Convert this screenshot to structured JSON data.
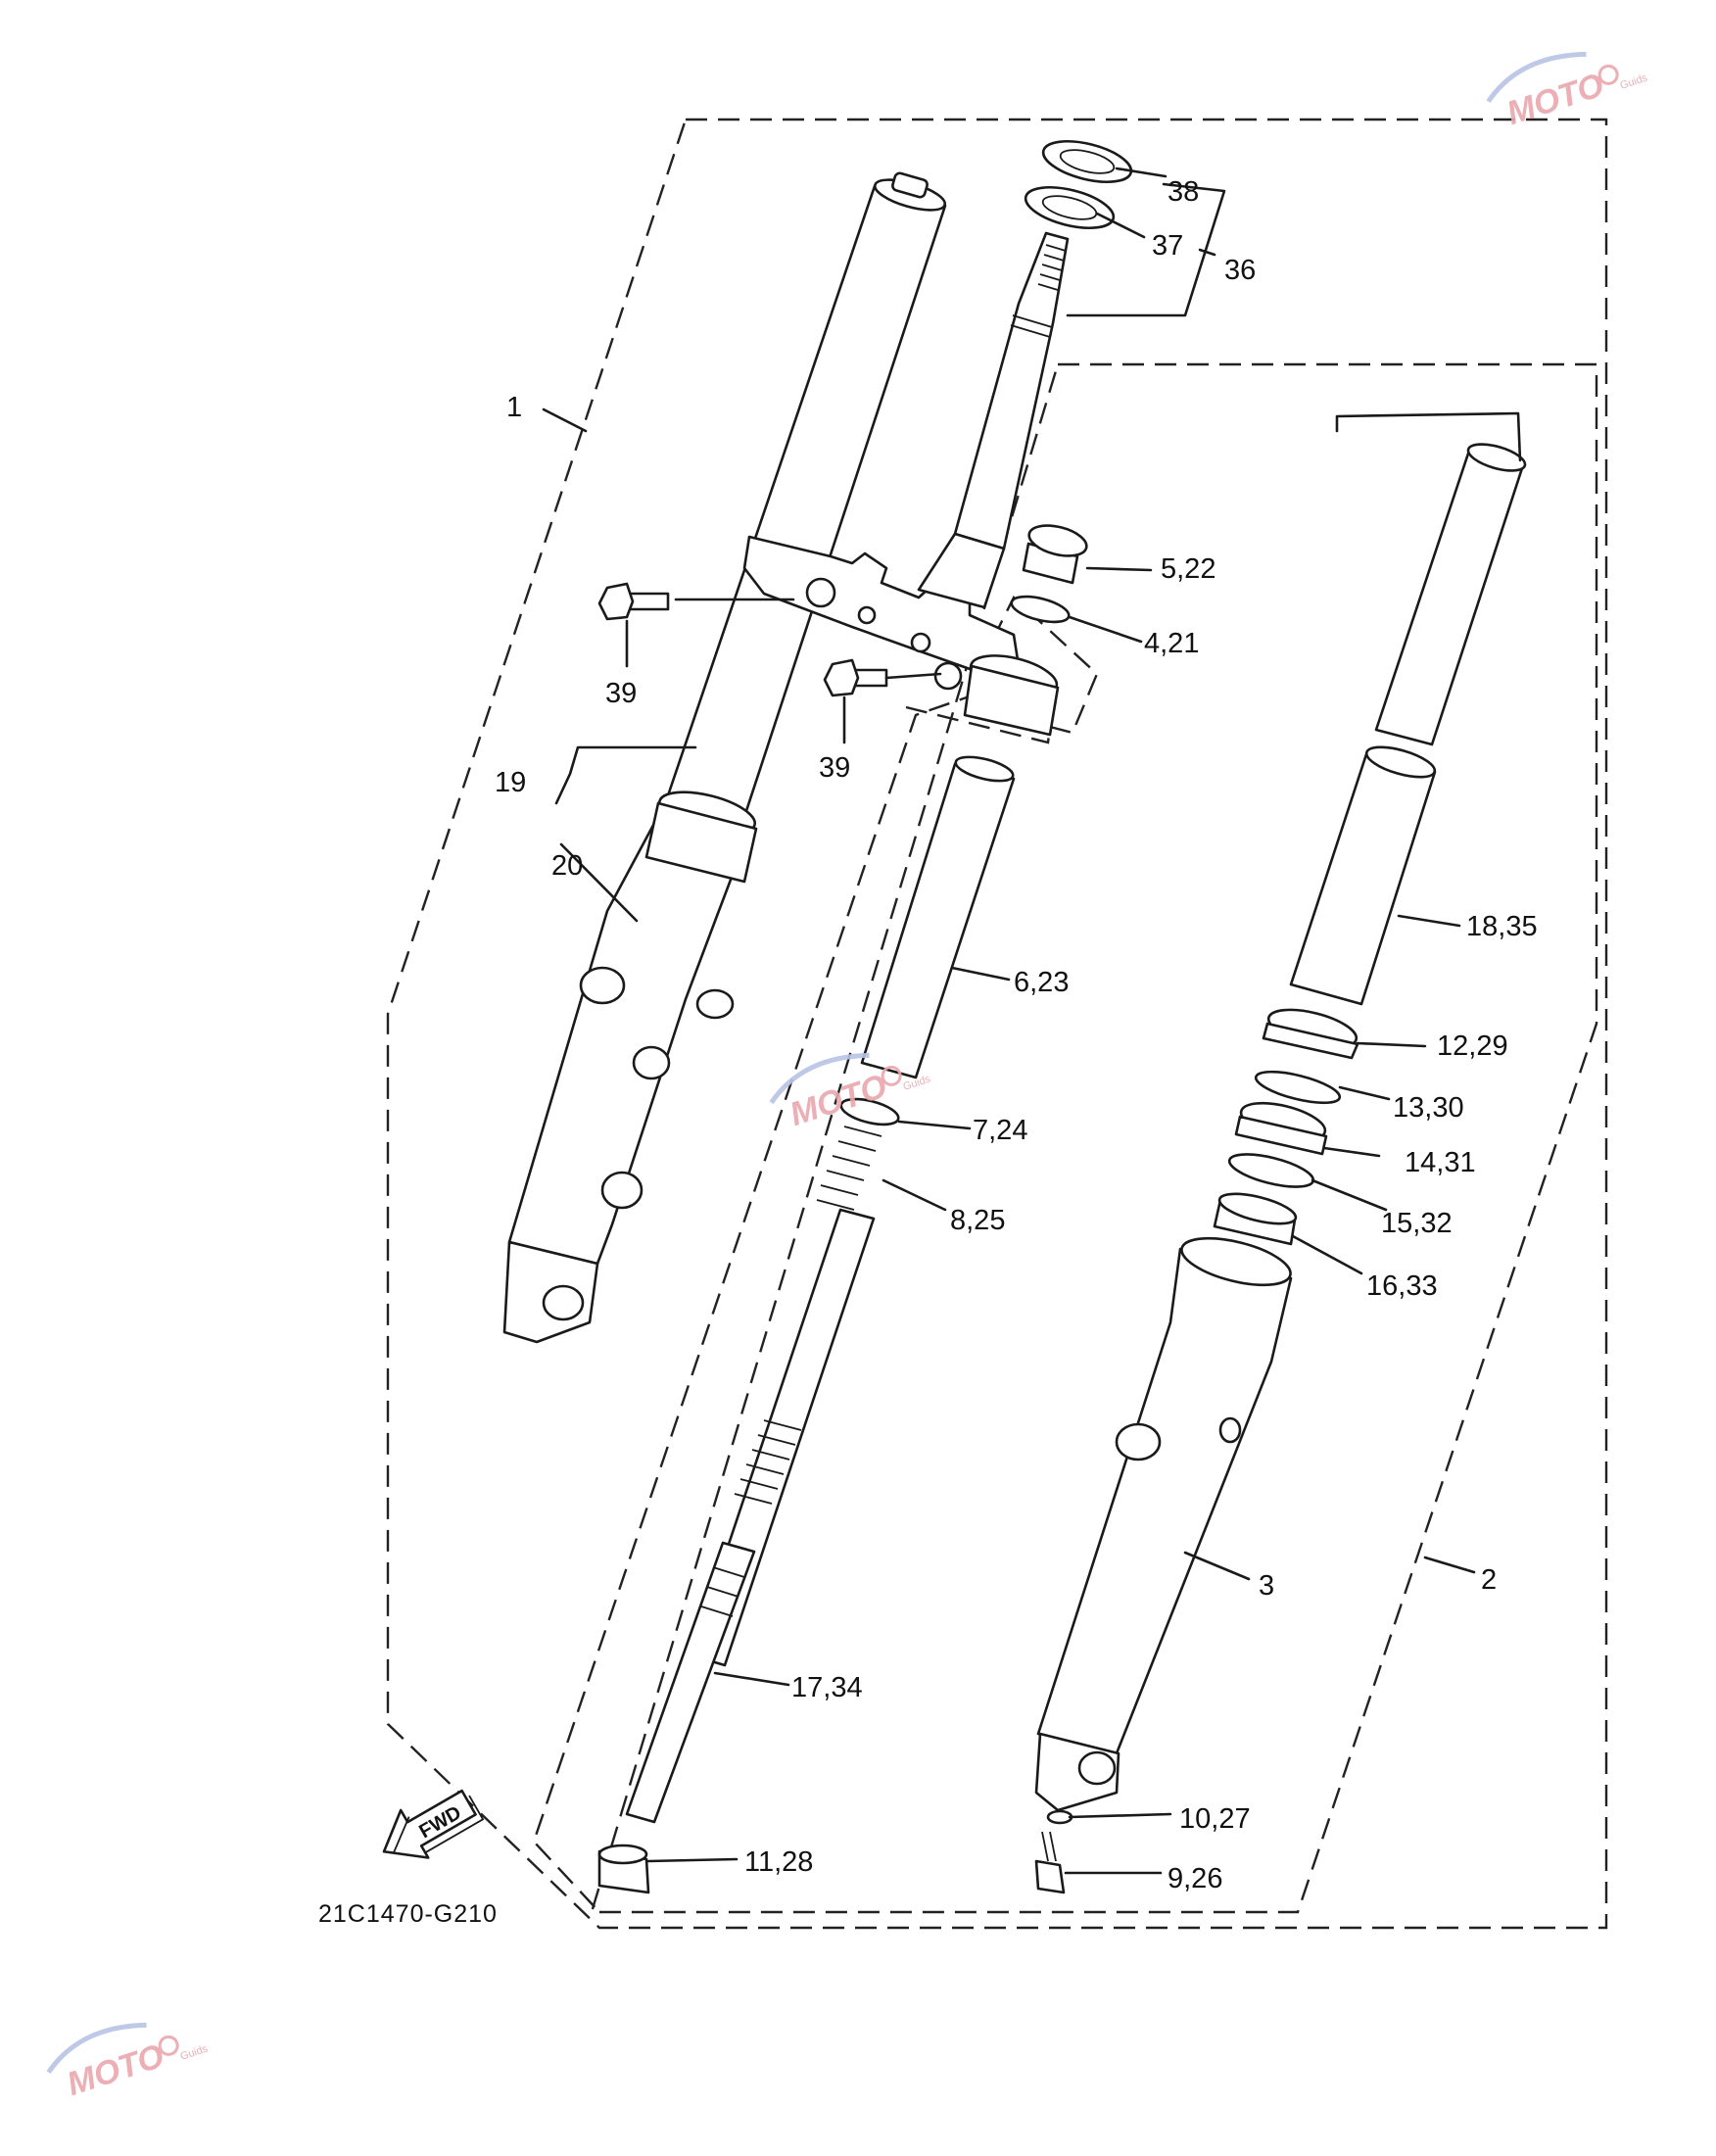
{
  "labels": {
    "p1": "1",
    "p2": "2",
    "p3": "3",
    "p5_22": "5,22",
    "p4_21": "4,21",
    "p6_23": "6,23",
    "p7_24": "7,24",
    "p8_25": "8,25",
    "p9_26": "9,26",
    "p10_27": "10,27",
    "p11_28": "11,28",
    "p12_29": "12,29",
    "p13_30": "13,30",
    "p14_31": "14,31",
    "p15_32": "15,32",
    "p16_33": "16,33",
    "p17_34": "17,34",
    "p18_35": "18,35",
    "p19": "19",
    "p20": "20",
    "p36": "36",
    "p37": "37",
    "p38": "38",
    "p39a": "39",
    "p39b": "39"
  },
  "fwd_label": "FWD",
  "diagram_code": "21C1470-G210",
  "watermark": {
    "text": "MOTO",
    "sub": "Guids",
    "color_red": "#e9a7ad",
    "color_blue": "#b8c4e6"
  }
}
